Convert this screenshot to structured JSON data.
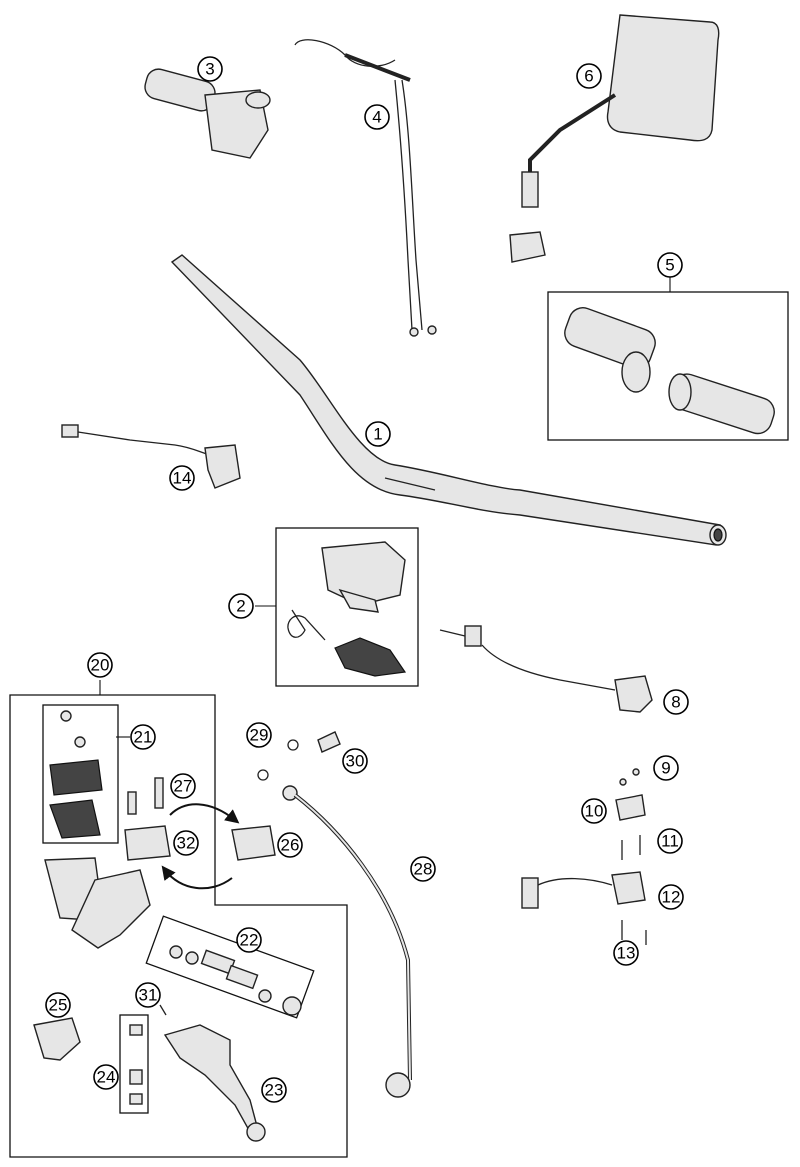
{
  "labels": [
    "1",
    "2",
    "3",
    "4",
    "5",
    "6",
    "8",
    "9",
    "10",
    "11",
    "12",
    "13",
    "14",
    "20",
    "21",
    "22",
    "23",
    "24",
    "25",
    "26",
    "27",
    "28",
    "29",
    "30",
    "31",
    "32"
  ]
}
